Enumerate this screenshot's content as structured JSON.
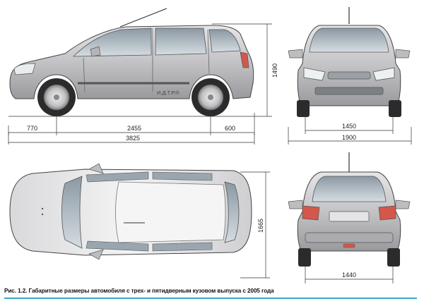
{
  "dimensions": {
    "front_overhang": "770",
    "wheelbase": "2455",
    "rear_overhang": "600",
    "overall_length": "3825",
    "height": "1490",
    "front_track": "1450",
    "overall_width": "1900",
    "width_body": "1665",
    "rear_track": "1440"
  },
  "watermark": "И.Д.Т.Р.®",
  "caption": "Рис. 1.2. Габаритные размеры автомобиля с трех- и пятидверным кузовом выпуска с 2005 года",
  "colors": {
    "body": "#c8c8ca",
    "glass": "#b9c4cc",
    "tire": "#2b2b2b",
    "line": "#333333",
    "accent": "#3aa8c8",
    "taillight": "#d3574a"
  }
}
